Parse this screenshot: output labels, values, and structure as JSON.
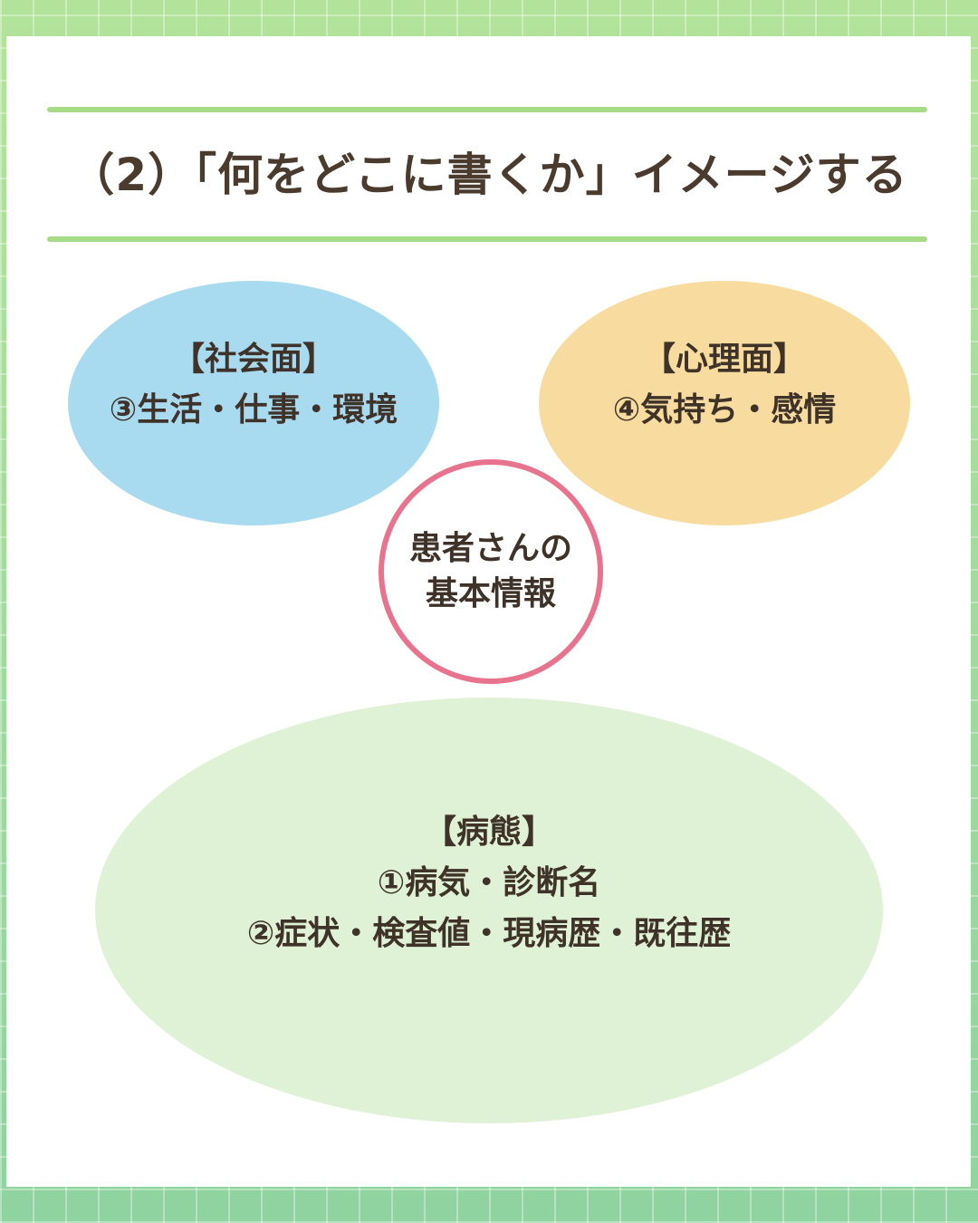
{
  "title": "（2）「何をどこに書くか」イメージする",
  "center": {
    "line1": "患者さんの",
    "line2": "基本情報"
  },
  "social": {
    "label": "【社会面】",
    "line1": "③生活・仕事・環境"
  },
  "psych": {
    "label": "【心理面】",
    "line1": "④気持ち・感情"
  },
  "disease": {
    "label": "【病態】",
    "line1": "①病気・診断名",
    "line2": "②症状・検査値・現病歴・既往歴"
  },
  "colors": {
    "social": "#a8daf0",
    "psych": "#f8dc9f",
    "disease": "#dff2d5",
    "center_border": "#e8738e",
    "rule": "#a6dc86",
    "text": "#3f3228"
  }
}
